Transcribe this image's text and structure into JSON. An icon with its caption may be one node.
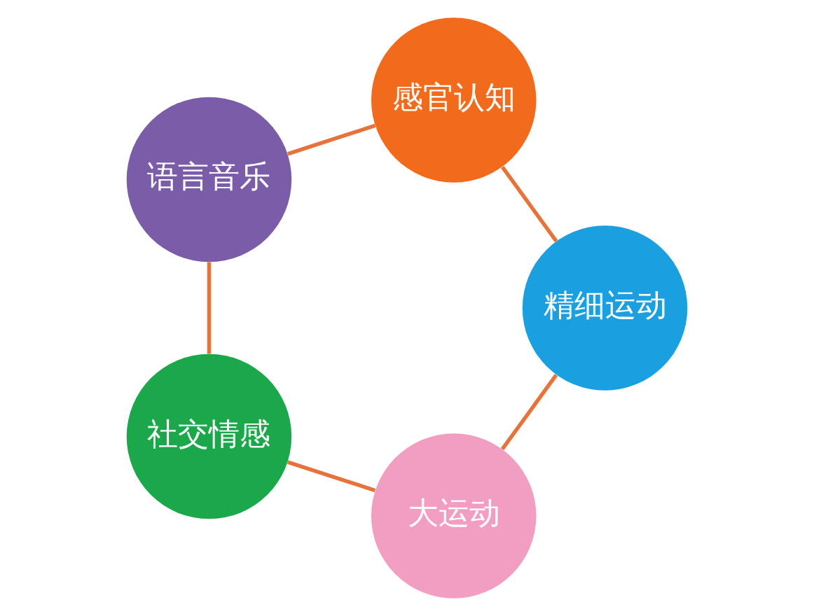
{
  "diagram": {
    "nodes": [
      {
        "text": [
          "大运动"
        ]
      },
      {
        "text": [
          "精细运动"
        ]
      },
      {
        "text": [
          "社交情感"
        ]
      },
      {
        "text": [
          "感官认知"
        ]
      },
      {
        "text": [
          "语言音乐"
        ]
      }
    ],
    "edges": [
      {
        "from": 0,
        "to": 2,
        "arrow": "none",
        "color": "#e8733a"
      },
      {
        "from": 2,
        "to": 4,
        "arrow": "none",
        "color": "#e8733a"
      },
      {
        "from": 4,
        "to": 3,
        "arrow": "none",
        "color": "#e8733a"
      },
      {
        "from": 3,
        "to": 1,
        "arrow": "none",
        "color": "#e8733a"
      },
      {
        "from": 1,
        "to": 0,
        "arrow": "none",
        "color": "#e8733a"
      }
    ]
  }
}
